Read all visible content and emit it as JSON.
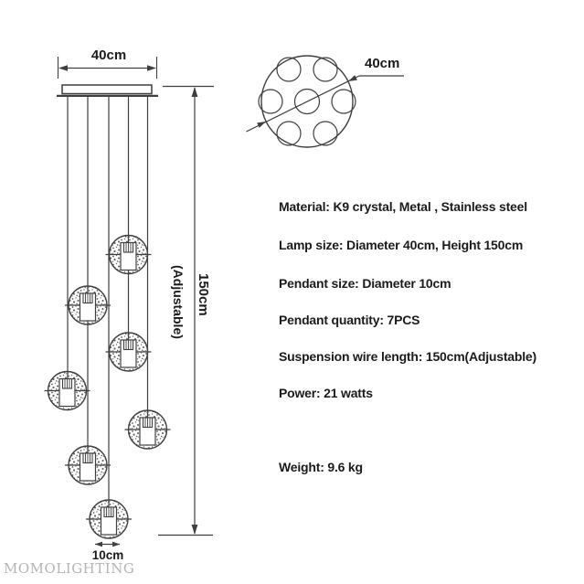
{
  "front_view": {
    "width_label": "40cm",
    "height_label": "150cm",
    "height_note": "(Adjustable)",
    "pendant_width_label": "10cm",
    "pendant_count": 7,
    "wire_count": 5
  },
  "top_view": {
    "diameter_label": "40cm",
    "hole_count": 7
  },
  "specs": [
    "Material: K9 crystal, Metal , Stainless steel",
    "Lamp size: Diameter 40cm, Height 150cm",
    "Pendant size: Diameter 10cm",
    "Pendant quantity: 7PCS",
    "Suspension wire length: 150cm(Adjustable)",
    "Power: 21 watts",
    "Weight: 9.6 kg"
  ],
  "watermark": "MOMOLIGHTING",
  "colors": {
    "background": "#ffffff",
    "line": "#3f3f3f",
    "text": "#1b1b1b",
    "watermark": "#b5b5b5"
  }
}
